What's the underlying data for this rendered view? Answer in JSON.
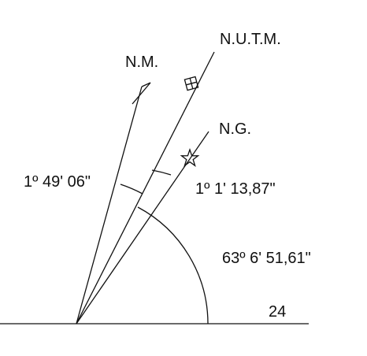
{
  "labels": {
    "magnetic_north": "N.M.",
    "utm_north": "N.U.T.M.",
    "geographic_north": "N.G.",
    "magnetic_declination": "1º 49' 06\"",
    "grid_convergence": "1º 1' 13,87\"",
    "azimuth_angle": "63º 6' 51,61\"",
    "baseline_number": "24"
  },
  "colors": {
    "ink": "#111111",
    "background": "#ffffff"
  }
}
